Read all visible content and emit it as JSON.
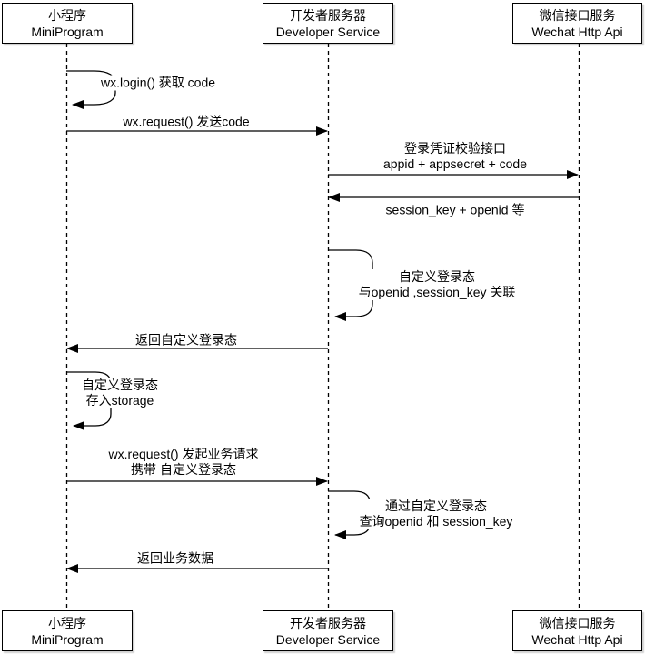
{
  "participants": {
    "miniprogram": {
      "name_zh": "小程序",
      "name_en": "MiniProgram"
    },
    "developer": {
      "name_zh": "开发者服务器",
      "name_en": "Developer Service"
    },
    "wechat": {
      "name_zh": "微信接口服务",
      "name_en": "Wechat Http Api"
    }
  },
  "messages": {
    "login_self": {
      "line1": "wx.login() 获取 code"
    },
    "send_code": {
      "line1": "wx.request() 发送code"
    },
    "verify": {
      "line1": "登录凭证校验接口",
      "line2": "appid + appsecret + code"
    },
    "session_return": {
      "line1": "session_key + openid 等"
    },
    "custom_login": {
      "line1": "自定义登录态",
      "line2": "与openid ,session_key 关联"
    },
    "return_custom": {
      "line1": "返回自定义登录态"
    },
    "store": {
      "line1": "自定义登录态",
      "line2": "存入storage"
    },
    "biz_request": {
      "line1": "wx.request() 发起业务请求",
      "line2": "携带 自定义登录态"
    },
    "query": {
      "line1": "通过自定义登录态",
      "line2": "查询openid 和 session_key"
    },
    "return_biz": {
      "line1": "返回业务数据"
    }
  },
  "colors": {
    "stroke": "#000000",
    "background": "#ffffff"
  }
}
